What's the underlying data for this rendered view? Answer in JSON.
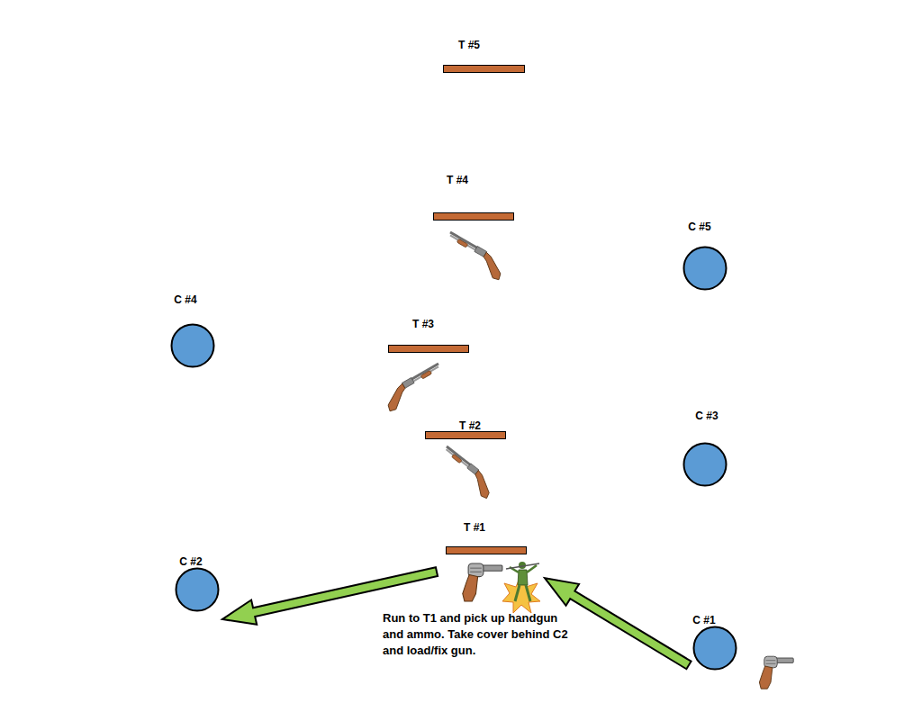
{
  "diagram": {
    "nodes": [
      {
        "text": [
          "T #5"
        ]
      },
      {
        "text": [
          "T #4"
        ]
      },
      {
        "text": [
          "C #5"
        ]
      },
      {
        "text": [
          "C #4"
        ]
      },
      {
        "text": [
          "T #3"
        ]
      },
      {
        "text": [
          "C #3"
        ]
      },
      {
        "text": [
          "T #2"
        ]
      },
      {
        "text": [
          "T #1"
        ]
      },
      {
        "text": [
          "C #2"
        ]
      },
      {
        "text": [
          "C #1"
        ]
      }
    ],
    "edges": [
      {
        "from": 9,
        "to": 7,
        "arrow": "to"
      },
      {
        "from": 7,
        "to": 8,
        "arrow": "to"
      }
    ],
    "labels": [
      "Run to T1 and pick up handgun and ammo. Take cover behind C2 and load/fix gun."
    ]
  }
}
